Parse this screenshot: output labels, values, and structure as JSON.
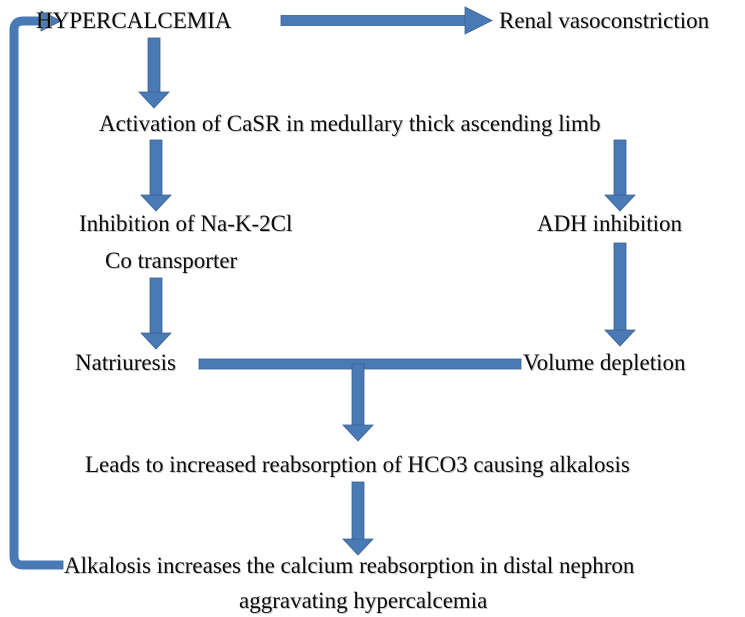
{
  "diagram": {
    "title": "Hypercalcemia renal pathophysiology flowchart",
    "accent_color": "#41699b",
    "accent_fill": "#4a7ab5",
    "text_color": "#0d0d0d",
    "background": "#ffffff",
    "nodes": [
      {
        "id": "hypercalcemia",
        "label": "HYPERCALCEMIA"
      },
      {
        "id": "renal-vasoconstriction",
        "label": "Renal vasoconstriction"
      },
      {
        "id": "casr-activation",
        "label": "Activation of CaSR in medullary thick ascending limb"
      },
      {
        "id": "nkcc-inhibition-line1",
        "label": "Inhibition of Na-K-2Cl"
      },
      {
        "id": "nkcc-inhibition-line2",
        "label": "Co transporter"
      },
      {
        "id": "adh-inhibition",
        "label": "ADH inhibition"
      },
      {
        "id": "natriuresis",
        "label": "Natriuresis"
      },
      {
        "id": "volume-depletion",
        "label": "Volume depletion"
      },
      {
        "id": "hco3-reabsorption",
        "label": "Leads to increased reabsorption of HCO3 causing alkalosis"
      },
      {
        "id": "calcium-reabsorption-line1",
        "label": "Alkalosis increases the calcium reabsorption in distal nephron"
      },
      {
        "id": "calcium-reabsorption-line2",
        "label": "aggravating hypercalcemia"
      }
    ],
    "edges": [
      {
        "id": "edge-hypercalcemia-to-renal-vasoconstriction",
        "from": "hypercalcemia",
        "to": "renal-vasoconstriction",
        "kind": "arrow-right"
      },
      {
        "id": "edge-hypercalcemia-to-casr",
        "from": "hypercalcemia",
        "to": "casr-activation",
        "kind": "arrow-down"
      },
      {
        "id": "edge-casr-to-nkcc",
        "from": "casr-activation",
        "to": "nkcc-inhibition-line1",
        "kind": "arrow-down"
      },
      {
        "id": "edge-casr-to-adh",
        "from": "casr-activation",
        "to": "adh-inhibition",
        "kind": "arrow-down"
      },
      {
        "id": "edge-nkcc-to-natriuresis",
        "from": "nkcc-inhibition-line2",
        "to": "natriuresis",
        "kind": "arrow-down"
      },
      {
        "id": "edge-adh-to-volume-depletion",
        "from": "adh-inhibition",
        "to": "volume-depletion",
        "kind": "arrow-down"
      },
      {
        "id": "edge-natriuresis-volume-join",
        "from": "natriuresis",
        "to": "volume-depletion",
        "kind": "connector-bar"
      },
      {
        "id": "edge-join-to-hco3",
        "from": "natriuresis-volume-join",
        "to": "hco3-reabsorption",
        "kind": "arrow-down"
      },
      {
        "id": "edge-hco3-to-calcium-reabsorption",
        "from": "hco3-reabsorption",
        "to": "calcium-reabsorption-line1",
        "kind": "arrow-down"
      },
      {
        "id": "edge-feedback-loop",
        "from": "calcium-reabsorption-line1",
        "to": "hypercalcemia",
        "kind": "feedback-elbow-arrow"
      }
    ]
  }
}
